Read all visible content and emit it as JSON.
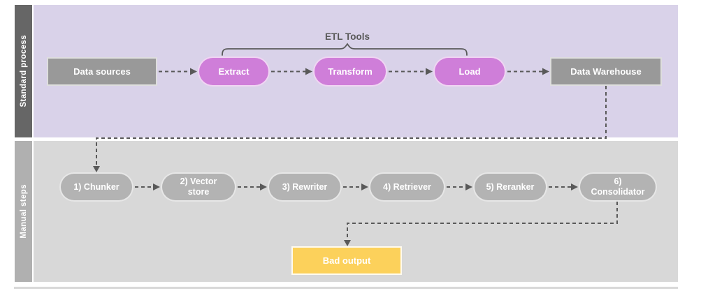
{
  "diagram": {
    "annotation": {
      "label": "ETL Tools",
      "spans": [
        "Extract",
        "Transform",
        "Load"
      ]
    },
    "lanes": [
      {
        "label": "Standard process",
        "nodes": [
          {
            "label": "Data sources",
            "shape": "rectangle",
            "color": "#999999"
          },
          {
            "label": "Extract",
            "shape": "pill",
            "color": "#cf7ed9"
          },
          {
            "label": "Transform",
            "shape": "pill",
            "color": "#cf7ed9"
          },
          {
            "label": "Load",
            "shape": "pill",
            "color": "#cf7ed9"
          },
          {
            "label": "Data Warehouse",
            "shape": "rectangle",
            "color": "#999999"
          }
        ]
      },
      {
        "label": "Manual steps",
        "nodes": [
          {
            "label": "1) Chunker",
            "shape": "pill",
            "color": "#b3b3b3"
          },
          {
            "label": "2) Vector store",
            "shape": "pill",
            "color": "#b3b3b3"
          },
          {
            "label": "3) Rewriter",
            "shape": "pill",
            "color": "#b3b3b3"
          },
          {
            "label": "4) Retriever",
            "shape": "pill",
            "color": "#b3b3b3"
          },
          {
            "label": "5) Reranker",
            "shape": "pill",
            "color": "#b3b3b3"
          },
          {
            "label": "6) Consolidator",
            "shape": "pill",
            "color": "#b3b3b3"
          },
          {
            "label": "Bad output",
            "shape": "rectangle",
            "color": "#fcd15b"
          }
        ]
      }
    ],
    "edges": [
      {
        "from": "Data sources",
        "to": "Extract",
        "style": "dashed-arrow"
      },
      {
        "from": "Extract",
        "to": "Transform",
        "style": "dashed-arrow"
      },
      {
        "from": "Transform",
        "to": "Load",
        "style": "dashed-arrow"
      },
      {
        "from": "Load",
        "to": "Data Warehouse",
        "style": "dashed-arrow"
      },
      {
        "from": "Data Warehouse",
        "to": "1) Chunker",
        "style": "dashed-arrow"
      },
      {
        "from": "1) Chunker",
        "to": "2) Vector store",
        "style": "dashed-arrow"
      },
      {
        "from": "2) Vector store",
        "to": "3) Rewriter",
        "style": "dashed-arrow"
      },
      {
        "from": "3) Rewriter",
        "to": "4) Retriever",
        "style": "dashed-arrow"
      },
      {
        "from": "4) Retriever",
        "to": "5) Reranker",
        "style": "dashed-arrow"
      },
      {
        "from": "5) Reranker",
        "to": "6) Consolidator",
        "style": "dashed-arrow"
      },
      {
        "from": "6) Consolidator",
        "to": "Bad output",
        "style": "dashed-arrow"
      }
    ],
    "colors": {
      "standard_lane_header": "#666666",
      "standard_lane_body": "#d9d2e9",
      "manual_lane_header": "#b0b0b0",
      "manual_lane_body": "#d8d8d8",
      "etl_pill_fill": "#cf7ed9",
      "gray_box_fill": "#999999",
      "manual_pill_fill": "#b3b3b3",
      "bad_output_fill": "#fcd15b",
      "connector": "#595959"
    }
  }
}
